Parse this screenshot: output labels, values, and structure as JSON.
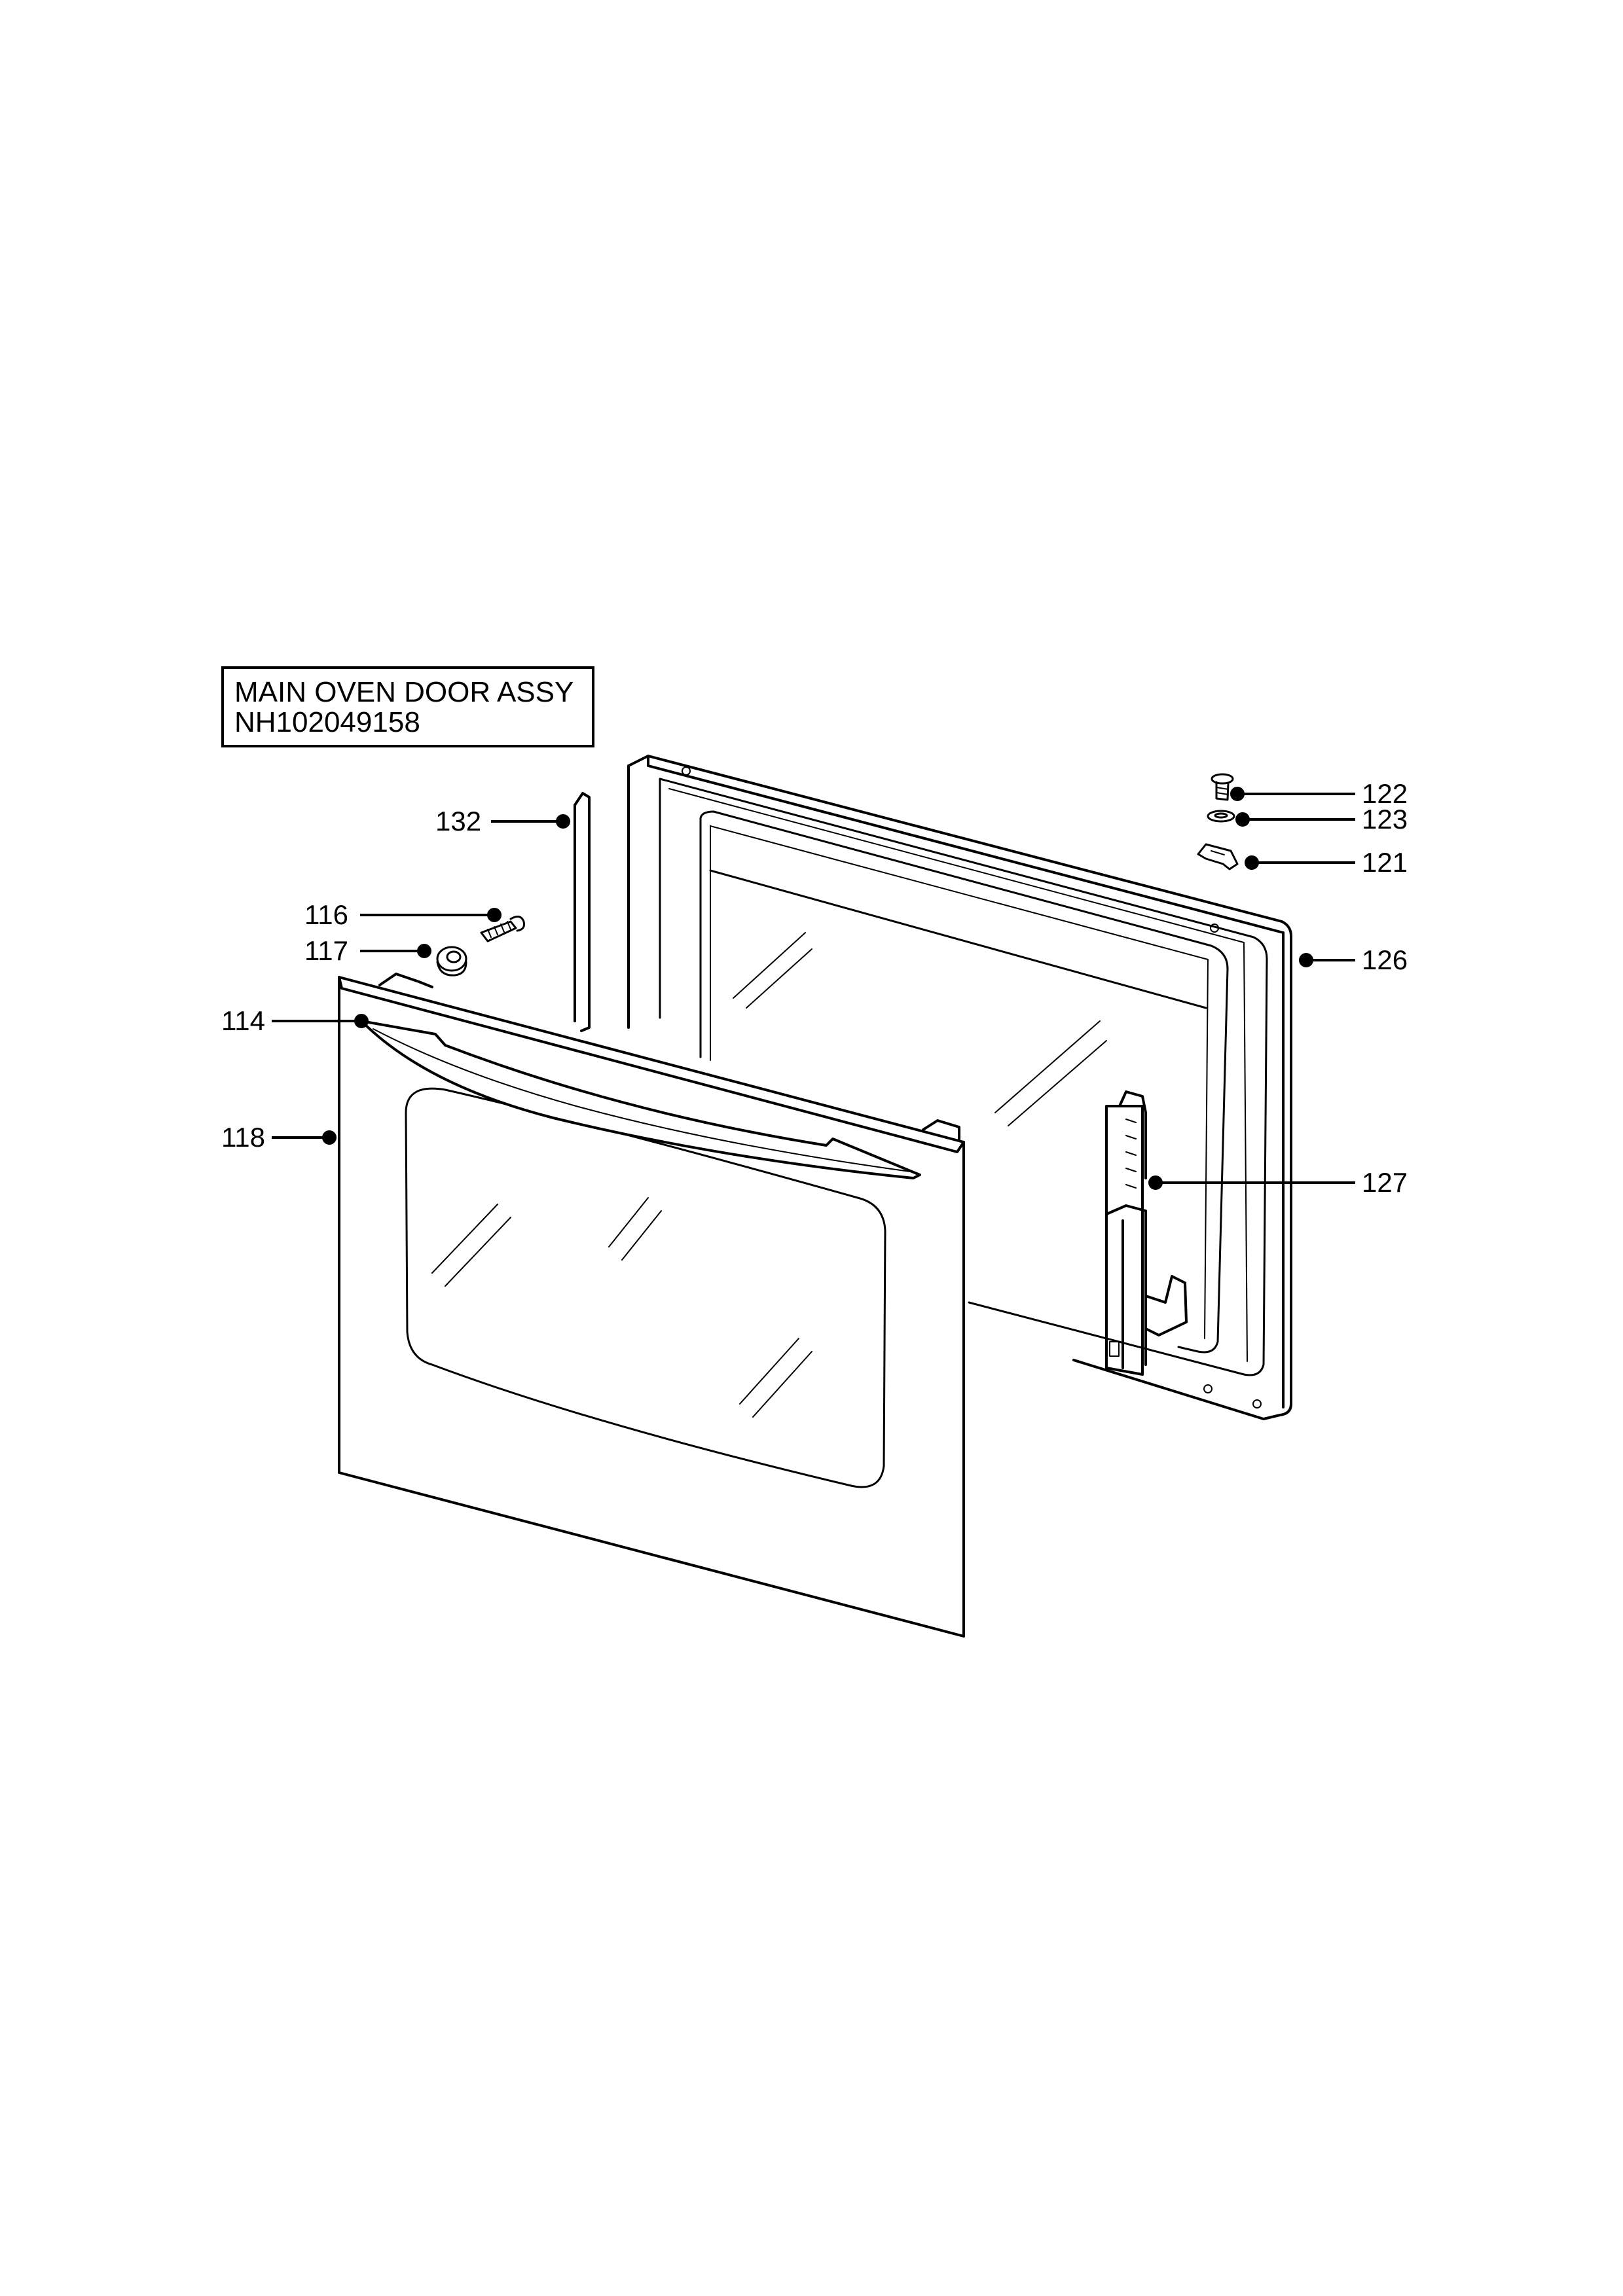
{
  "title": {
    "line1": "MAIN OVEN DOOR ASSY",
    "line2": "NH102049158"
  },
  "callouts": [
    {
      "id": "132",
      "label": "132"
    },
    {
      "id": "116",
      "label": "116"
    },
    {
      "id": "117",
      "label": "117"
    },
    {
      "id": "114",
      "label": "114"
    },
    {
      "id": "118",
      "label": "118"
    },
    {
      "id": "122",
      "label": "122"
    },
    {
      "id": "123",
      "label": "123"
    },
    {
      "id": "121",
      "label": "121"
    },
    {
      "id": "126",
      "label": "126"
    },
    {
      "id": "127",
      "label": "127"
    }
  ]
}
